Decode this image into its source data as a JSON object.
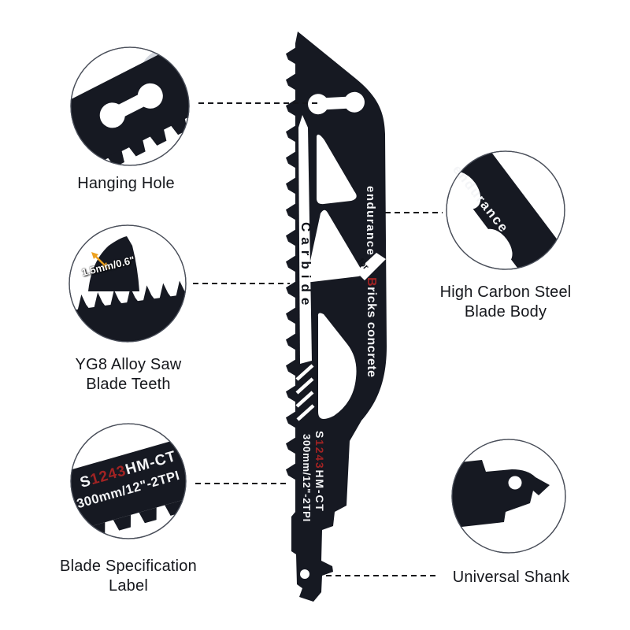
{
  "product": {
    "blade_stripe_text": "Carbide",
    "side_text": {
      "endurance": "endurance",
      "for_word": "for",
      "bricks_first": "B",
      "bricks_rest": "ricks concrete"
    },
    "spec": {
      "s": "S",
      "num": "1243",
      "type": "HM-CT",
      "size": "300mm/12\"-2TPI"
    }
  },
  "callouts": {
    "hanging_hole": {
      "label": "Hanging Hole"
    },
    "saw_teeth": {
      "label_line1": "YG8 Alloy Saw",
      "label_line2": "Blade Teeth",
      "measure": "1.5mm/0.6\""
    },
    "spec_label": {
      "label_line1": "Blade Specification",
      "label_line2": "Label",
      "s": "S",
      "num": "1243",
      "type": "HM-CT",
      "size": "300mm/12\"-2TPI"
    },
    "blade_body": {
      "label_line1": "High Carbon Steel",
      "label_line2": "Blade Body",
      "endurance": "endurance"
    },
    "shank": {
      "label": "Universal Shank"
    }
  },
  "colors": {
    "blade": "#161922",
    "red": "#8f1d1d",
    "arrow_orange": "#eda11f",
    "dash": "#14151a"
  }
}
